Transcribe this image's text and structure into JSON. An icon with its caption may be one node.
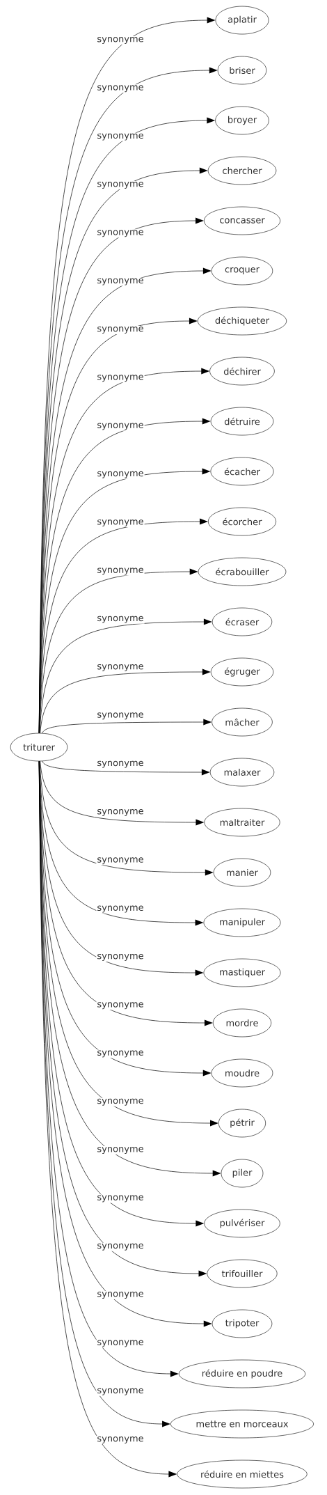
{
  "diagram": {
    "nodes": [
      {
        "text": [
          "triturer"
        ]
      },
      {
        "text": [
          "aplatir"
        ]
      },
      {
        "text": [
          "briser"
        ]
      },
      {
        "text": [
          "broyer"
        ]
      },
      {
        "text": [
          "chercher"
        ]
      },
      {
        "text": [
          "concasser"
        ]
      },
      {
        "text": [
          "croquer"
        ]
      },
      {
        "text": [
          "déchiqueter"
        ]
      },
      {
        "text": [
          "déchirer"
        ]
      },
      {
        "text": [
          "détruire"
        ]
      },
      {
        "text": [
          "écacher"
        ]
      },
      {
        "text": [
          "écorcher"
        ]
      },
      {
        "text": [
          "écrabouiller"
        ]
      },
      {
        "text": [
          "écraser"
        ]
      },
      {
        "text": [
          "égruger"
        ]
      },
      {
        "text": [
          "mâcher"
        ]
      },
      {
        "text": [
          "malaxer"
        ]
      },
      {
        "text": [
          "maltraiter"
        ]
      },
      {
        "text": [
          "manier"
        ]
      },
      {
        "text": [
          "manipuler"
        ]
      },
      {
        "text": [
          "mastiquer"
        ]
      },
      {
        "text": [
          "mordre"
        ]
      },
      {
        "text": [
          "moudre"
        ]
      },
      {
        "text": [
          "pétrir"
        ]
      },
      {
        "text": [
          "piler"
        ]
      },
      {
        "text": [
          "pulvériser"
        ]
      },
      {
        "text": [
          "trifouiller"
        ]
      },
      {
        "text": [
          "tripoter"
        ]
      },
      {
        "text": [
          "réduire en poudre"
        ]
      },
      {
        "text": [
          "mettre en morceaux"
        ]
      },
      {
        "text": [
          "réduire en miettes"
        ]
      }
    ],
    "edges": [
      {
        "from": 0,
        "to": 1,
        "arrow": "to",
        "label": "synonyme"
      },
      {
        "from": 0,
        "to": 2,
        "arrow": "to",
        "label": "synonyme"
      },
      {
        "from": 0,
        "to": 3,
        "arrow": "to",
        "label": "synonyme"
      },
      {
        "from": 0,
        "to": 4,
        "arrow": "to",
        "label": "synonyme"
      },
      {
        "from": 0,
        "to": 5,
        "arrow": "to",
        "label": "synonyme"
      },
      {
        "from": 0,
        "to": 6,
        "arrow": "to",
        "label": "synonyme"
      },
      {
        "from": 0,
        "to": 7,
        "arrow": "to",
        "label": "synonyme"
      },
      {
        "from": 0,
        "to": 8,
        "arrow": "to",
        "label": "synonyme"
      },
      {
        "from": 0,
        "to": 9,
        "arrow": "to",
        "label": "synonyme"
      },
      {
        "from": 0,
        "to": 10,
        "arrow": "to",
        "label": "synonyme"
      },
      {
        "from": 0,
        "to": 11,
        "arrow": "to",
        "label": "synonyme"
      },
      {
        "from": 0,
        "to": 12,
        "arrow": "to",
        "label": "synonyme"
      },
      {
        "from": 0,
        "to": 13,
        "arrow": "to",
        "label": "synonyme"
      },
      {
        "from": 0,
        "to": 14,
        "arrow": "to",
        "label": "synonyme"
      },
      {
        "from": 0,
        "to": 15,
        "arrow": "to",
        "label": "synonyme"
      },
      {
        "from": 0,
        "to": 16,
        "arrow": "to",
        "label": "synonyme"
      },
      {
        "from": 0,
        "to": 17,
        "arrow": "to",
        "label": "synonyme"
      },
      {
        "from": 0,
        "to": 18,
        "arrow": "to",
        "label": "synonyme"
      },
      {
        "from": 0,
        "to": 19,
        "arrow": "to",
        "label": "synonyme"
      },
      {
        "from": 0,
        "to": 20,
        "arrow": "to",
        "label": "synonyme"
      },
      {
        "from": 0,
        "to": 21,
        "arrow": "to",
        "label": "synonyme"
      },
      {
        "from": 0,
        "to": 22,
        "arrow": "to",
        "label": "synonyme"
      },
      {
        "from": 0,
        "to": 23,
        "arrow": "to",
        "label": "synonyme"
      },
      {
        "from": 0,
        "to": 24,
        "arrow": "to",
        "label": "synonyme"
      },
      {
        "from": 0,
        "to": 25,
        "arrow": "to",
        "label": "synonyme"
      },
      {
        "from": 0,
        "to": 26,
        "arrow": "to",
        "label": "synonyme"
      },
      {
        "from": 0,
        "to": 27,
        "arrow": "to",
        "label": "synonyme"
      },
      {
        "from": 0,
        "to": 28,
        "arrow": "to",
        "label": "synonyme"
      },
      {
        "from": 0,
        "to": 29,
        "arrow": "to",
        "label": "synonyme"
      },
      {
        "from": 0,
        "to": 30,
        "arrow": "to",
        "label": "synonyme"
      }
    ]
  }
}
